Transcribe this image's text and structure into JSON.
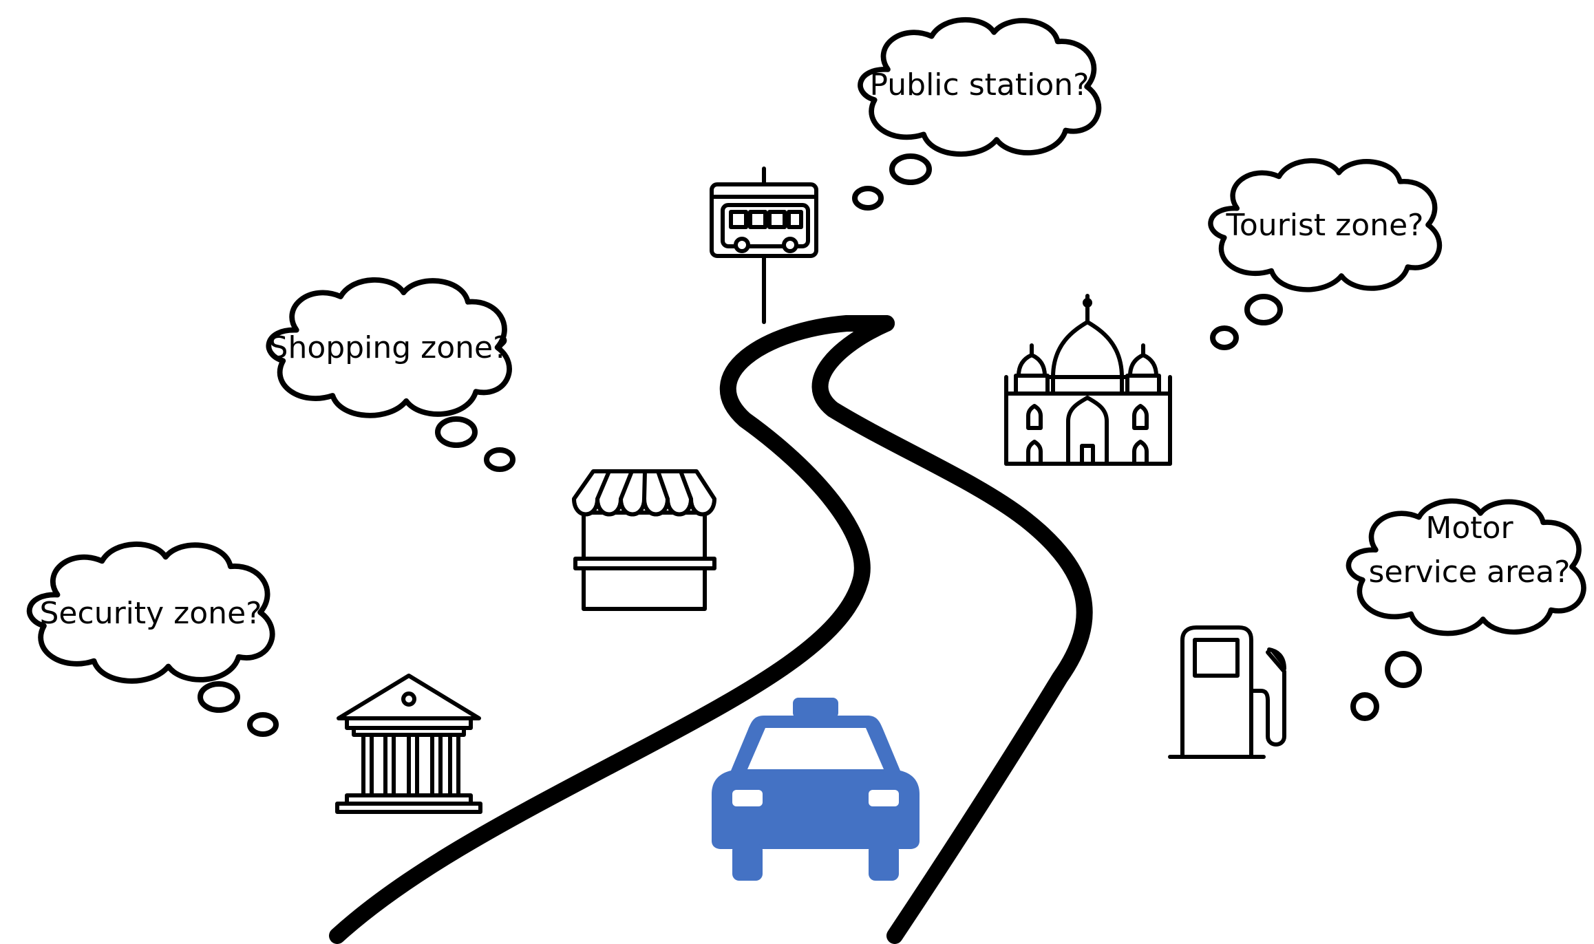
{
  "bubbles": {
    "public_station": {
      "lines": [
        "Public station?"
      ]
    },
    "tourist_zone": {
      "lines": [
        "Tourist zone?"
      ]
    },
    "shopping_zone": {
      "lines": [
        "Shopping zone?"
      ]
    },
    "security_zone": {
      "lines": [
        "Security zone?"
      ]
    },
    "motor_service": {
      "lines": [
        "Motor",
        "service area?"
      ]
    }
  },
  "icons": {
    "bus_stop": "bus-stop-icon",
    "shop": "market-stall-icon",
    "mosque": "mosque-icon",
    "bank": "bank-icon",
    "gas_station": "fuel-pump-icon",
    "taxi": "taxi-icon"
  },
  "colors": {
    "taxi": "#4472C4",
    "ink": "#000000",
    "background": "#FFFFFF"
  }
}
